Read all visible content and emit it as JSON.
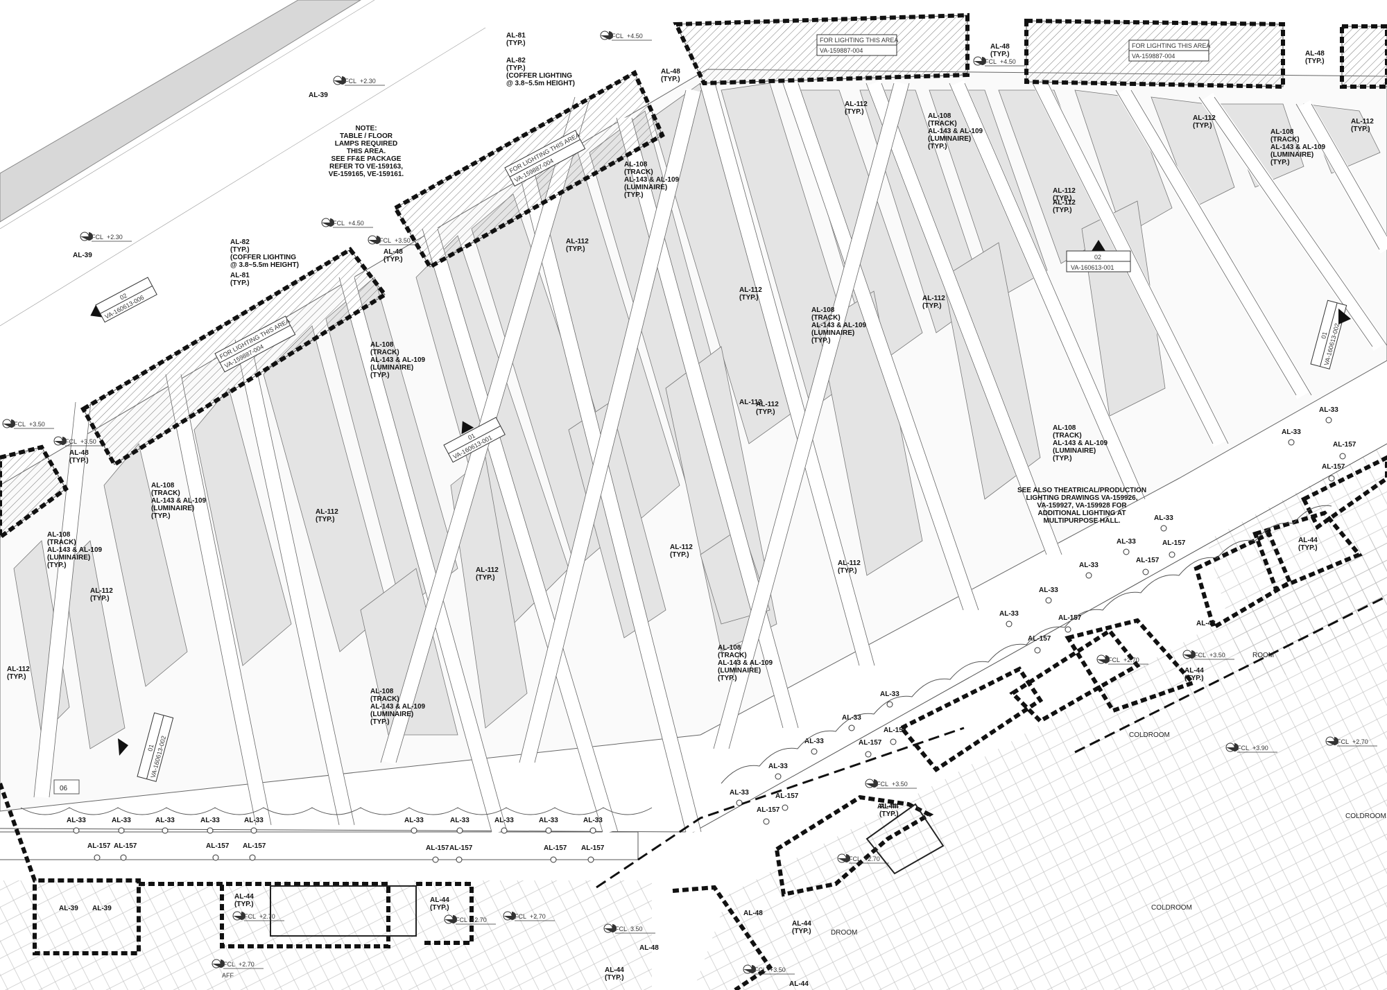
{
  "labels": [
    {
      "text": "AL-81",
      "sub": "(TYP.)"
    },
    {
      "text": "AL-82",
      "sub": "(TYP.)"
    },
    {
      "text": "(COFFER LIGHTING",
      "sub": "@ 3.8~5.5m HEIGHT)"
    },
    {
      "text": "AL-39",
      "sub": ""
    },
    {
      "text": "AL-48",
      "sub": "(TYP.)"
    },
    {
      "text": "AL-112",
      "sub": "(TYP.)"
    },
    {
      "text": "AL-108",
      "sub": "(TRACK)"
    },
    {
      "text": "AL-143 & AL-109",
      "sub": "(LUMINAIRE)"
    },
    {
      "text": "(TYP.)",
      "sub": ""
    },
    {
      "text": "AL-33",
      "sub": ""
    },
    {
      "text": "AL-157",
      "sub": ""
    },
    {
      "text": "AL-44",
      "sub": "(TYP.)"
    }
  ],
  "notes": {
    "ffe_note": [
      "NOTE:",
      "TABLE / FLOOR",
      "LAMPS REQUIRED",
      "THIS AREA.",
      "SEE FF&E PACKAGE",
      "REFER TO VE-159163,",
      "VE-159165, VE-159161."
    ],
    "theatrical_note": [
      "SEE ALSO THEATRICAL/PRODUCTION",
      "LIGHTING DRAWINGS VA-159926,",
      "VA-159927, VA-159928 FOR",
      "ADDITIONAL LIGHTING AT",
      "MULTIPURPOSE HALL."
    ]
  },
  "area_tags": {
    "for_lighting": "FOR LIGHTING THIS AREA",
    "ref_a": "VA-159887-004",
    "ref_b": "VA-159887-004",
    "ref_c": "VA-159887-004",
    "ref_d": "VA-159887-004"
  },
  "section_tags": [
    {
      "num": "01",
      "ref": "VA-160613-001"
    },
    {
      "num": "02",
      "ref": "VA-160613-001"
    },
    {
      "num": "02",
      "ref": "VA-160613-006"
    },
    {
      "num": "01",
      "ref": "VA-160613-002"
    },
    {
      "num": "01",
      "ref": "VA-160613-002"
    }
  ],
  "ceiling_levels": {
    "fcl_230": "+2.30",
    "fcl_350": "+3.50",
    "fcl_450": "+4.50",
    "fcl_270": "+2.70",
    "fcl_390": "+3.90",
    "fcl_label": "FCL",
    "fcl_350b": "3.50",
    "aff": "AFF"
  },
  "rooms": {
    "coldroom": "COLDROOM",
    "droom": "DROOM",
    "room": "ROOM"
  },
  "grid_tag": "06",
  "colors": {
    "ink": "#111111",
    "panel": "#e4e4e4",
    "background": "#ffffff"
  }
}
